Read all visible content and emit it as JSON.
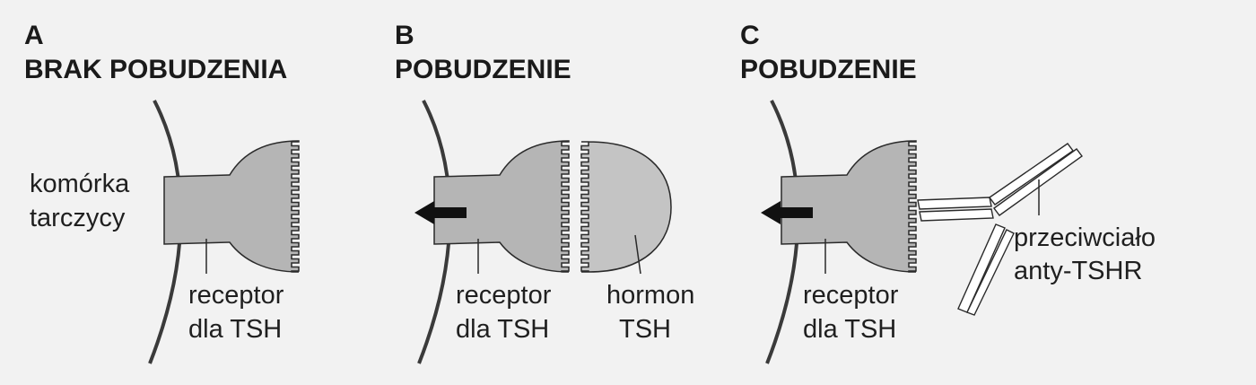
{
  "panels": [
    {
      "letter": "A",
      "title": "BRAK POBUDZENIA",
      "cell_label": [
        "komórka",
        "tarczycy"
      ],
      "receptor_label": [
        "receptor",
        "dla TSH"
      ]
    },
    {
      "letter": "B",
      "title": "POBUDZENIE",
      "receptor_label": [
        "receptor",
        "dla TSH"
      ],
      "hormone_label": [
        "hormon",
        "TSH"
      ]
    },
    {
      "letter": "C",
      "title": "POBUDZENIE",
      "receptor_label": [
        "receptor",
        "dla TSH"
      ],
      "antibody_label": [
        "przeciwciało",
        "anty-TSHR"
      ]
    }
  ],
  "colors": {
    "background": "#f2f2f2",
    "receptor_fill": "#b5b5b5",
    "hormone_fill": "#c4c4c4",
    "outline": "#2a2a2a",
    "membrane": "#3a3a3a",
    "arrow": "#111111"
  }
}
